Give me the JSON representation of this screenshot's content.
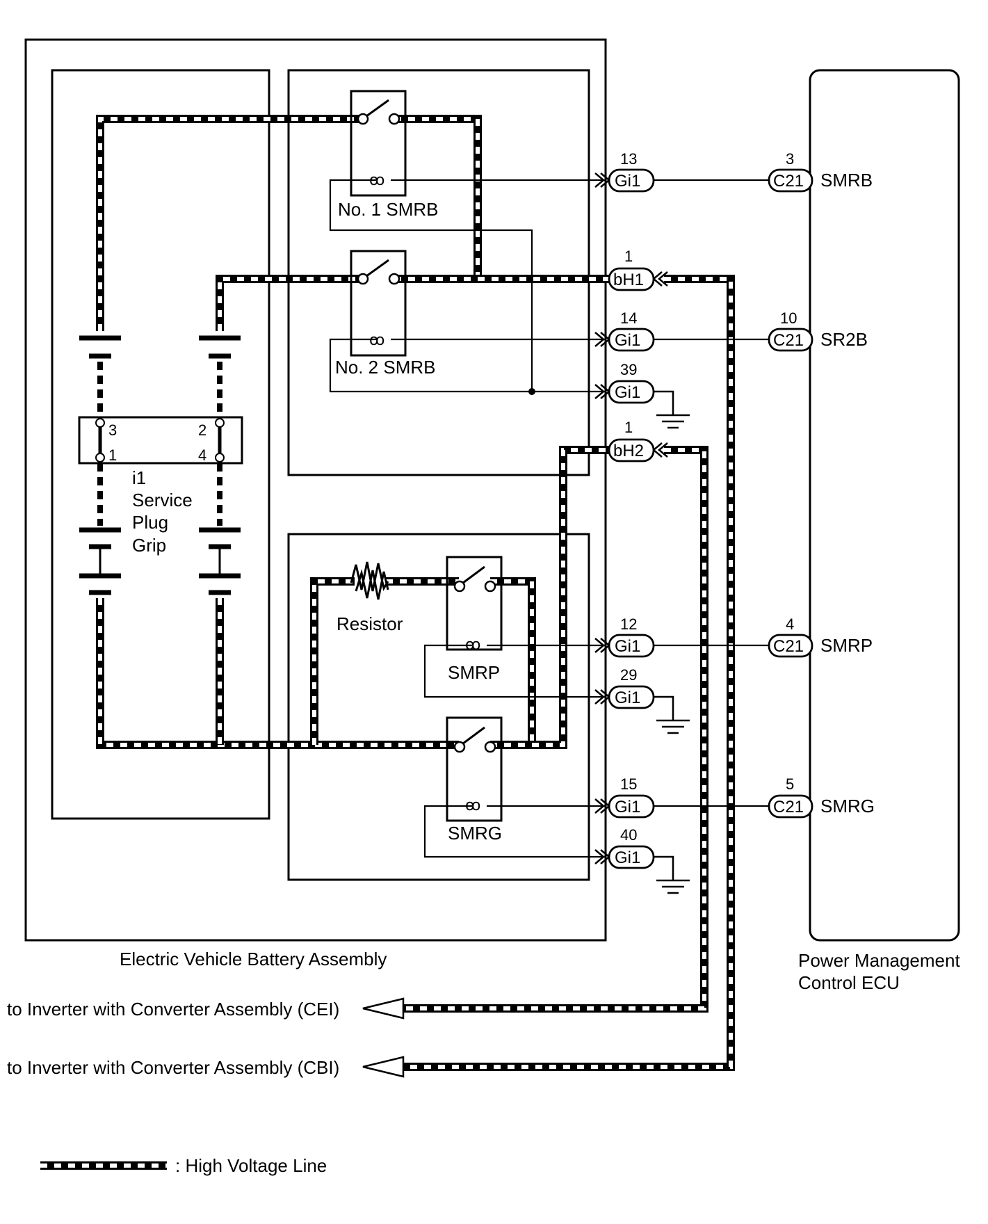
{
  "assemblies": {
    "battery_assembly": "Electric Vehicle Battery Assembly",
    "ecu": [
      "Power Management",
      "Control ECU"
    ]
  },
  "service_plug": {
    "label": [
      "i1",
      "Service",
      "Plug",
      "Grip"
    ],
    "pins": [
      "3",
      "1",
      "2",
      "4"
    ]
  },
  "relays": {
    "smrb1": "No. 1 SMRB",
    "smrb2": "No. 2 SMRB",
    "smrp": "SMRP",
    "smrg": "SMRG",
    "resistor": "Resistor"
  },
  "connectors": {
    "gi1": "Gi1",
    "c21": "C21",
    "bh1": "bH1",
    "bh2": "bH2"
  },
  "pins": {
    "gi1_smrb": "13",
    "c21_smrb": "3",
    "bh1": "1",
    "gi1_sr2b": "14",
    "c21_sr2b": "10",
    "gi1_gnd1": "39",
    "bh2": "1",
    "gi1_smrp": "12",
    "c21_smrp": "4",
    "gi1_gnd2": "29",
    "gi1_smrg": "15",
    "c21_smrg": "5",
    "gi1_gnd3": "40"
  },
  "signals": {
    "smrb": "SMRB",
    "sr2b": "SR2B",
    "smrp": "SMRP",
    "smrg": "SMRG"
  },
  "outputs": {
    "cei": "to Inverter with Converter Assembly (CEI)",
    "cbi": "to Inverter with Converter Assembly (CBI)"
  },
  "legend": {
    "high_voltage": ": High Voltage Line"
  }
}
